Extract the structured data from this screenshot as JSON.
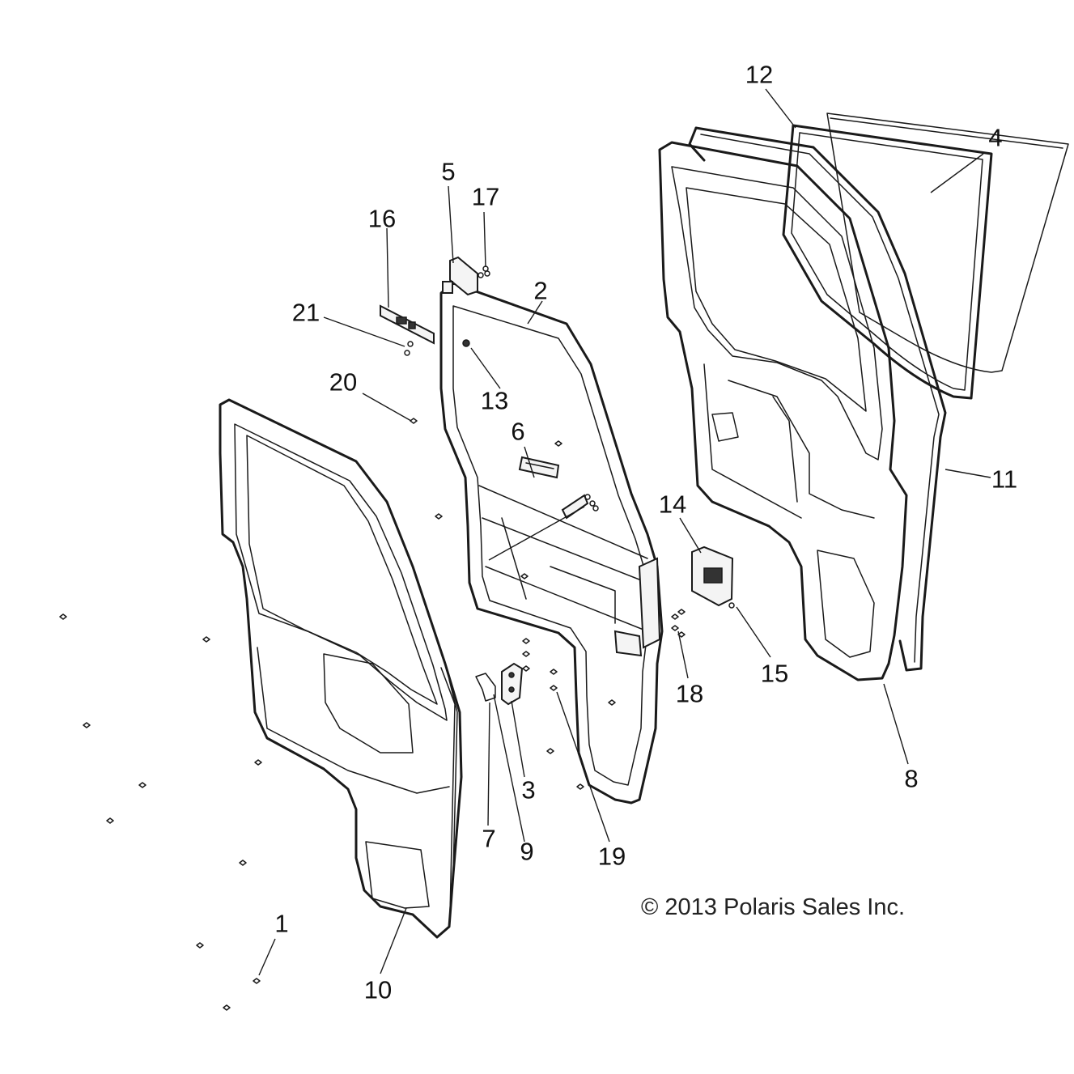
{
  "copyright": "© 2013 Polaris Sales Inc.",
  "callouts": [
    {
      "id": "1",
      "label": "1"
    },
    {
      "id": "2",
      "label": "2"
    },
    {
      "id": "3",
      "label": "3"
    },
    {
      "id": "4",
      "label": "4"
    },
    {
      "id": "5",
      "label": "5"
    },
    {
      "id": "6",
      "label": "6"
    },
    {
      "id": "7",
      "label": "7"
    },
    {
      "id": "8",
      "label": "8"
    },
    {
      "id": "9",
      "label": "9"
    },
    {
      "id": "10",
      "label": "10"
    },
    {
      "id": "11",
      "label": "11"
    },
    {
      "id": "12",
      "label": "12"
    },
    {
      "id": "13",
      "label": "13"
    },
    {
      "id": "14",
      "label": "14"
    },
    {
      "id": "15",
      "label": "15"
    },
    {
      "id": "16",
      "label": "16"
    },
    {
      "id": "17",
      "label": "17"
    },
    {
      "id": "18",
      "label": "18"
    },
    {
      "id": "19",
      "label": "19"
    },
    {
      "id": "20",
      "label": "20"
    },
    {
      "id": "21",
      "label": "21"
    }
  ]
}
